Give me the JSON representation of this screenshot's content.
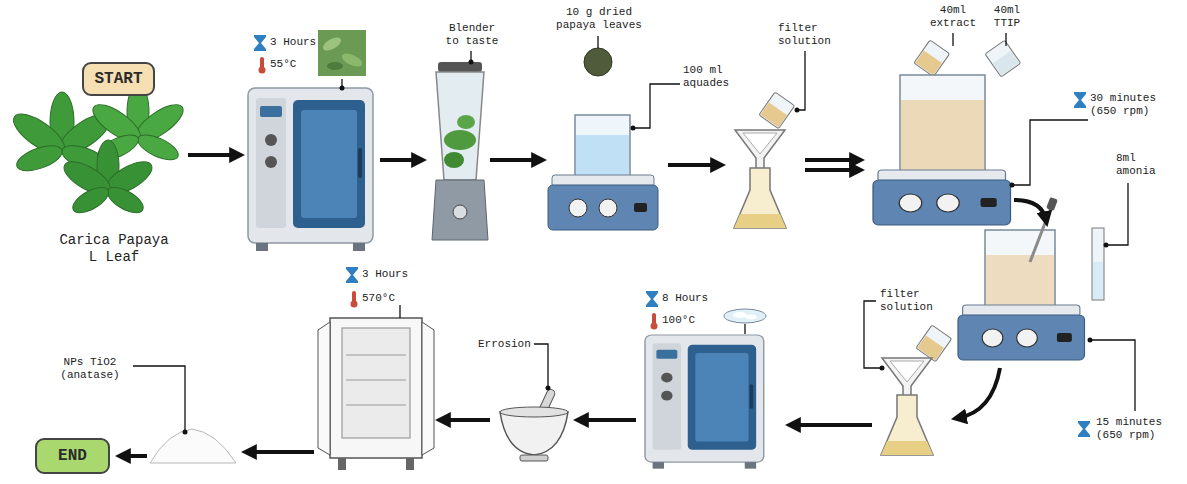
{
  "diagram": {
    "nodes": [
      {
        "text": [
          "START"
        ]
      },
      {
        "text": [
          "END"
        ]
      }
    ],
    "labels": [
      "Carica Papaya L Leaf",
      "3 Hours",
      "55°C",
      "Blender to taste",
      "10 g dried papaya leaves",
      "100 ml aquades",
      "filter solution",
      "40ml extract",
      "40ml TTIP",
      "30 minutes (650 rpm)",
      "8ml amonia",
      "15 minutes (650 rpm)",
      "filter solution",
      "8 Hours",
      "100°C",
      "Errosion",
      "3 Hours",
      "570°C",
      "NPs TiO2 (anatase)"
    ]
  }
}
